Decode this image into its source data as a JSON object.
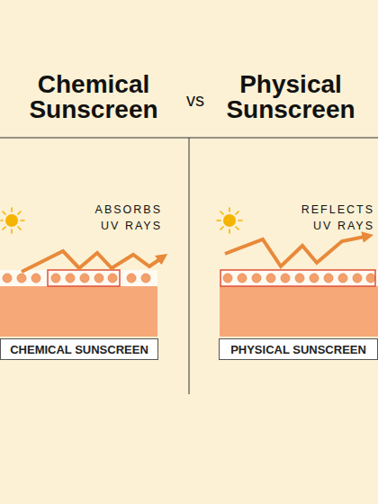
{
  "diagram": {
    "nodes": [
      {
        "text": [
          "CHEMICAL SUNSCREEN"
        ]
      },
      {
        "text": [
          "PHYSICAL SUNSCREEN"
        ]
      }
    ],
    "labels": [
      "Chemical Sunscreen",
      "vs",
      "Physical Sunscreen",
      "ABSORBS UV RAYS",
      "REFLECTS UV RAYS"
    ]
  }
}
